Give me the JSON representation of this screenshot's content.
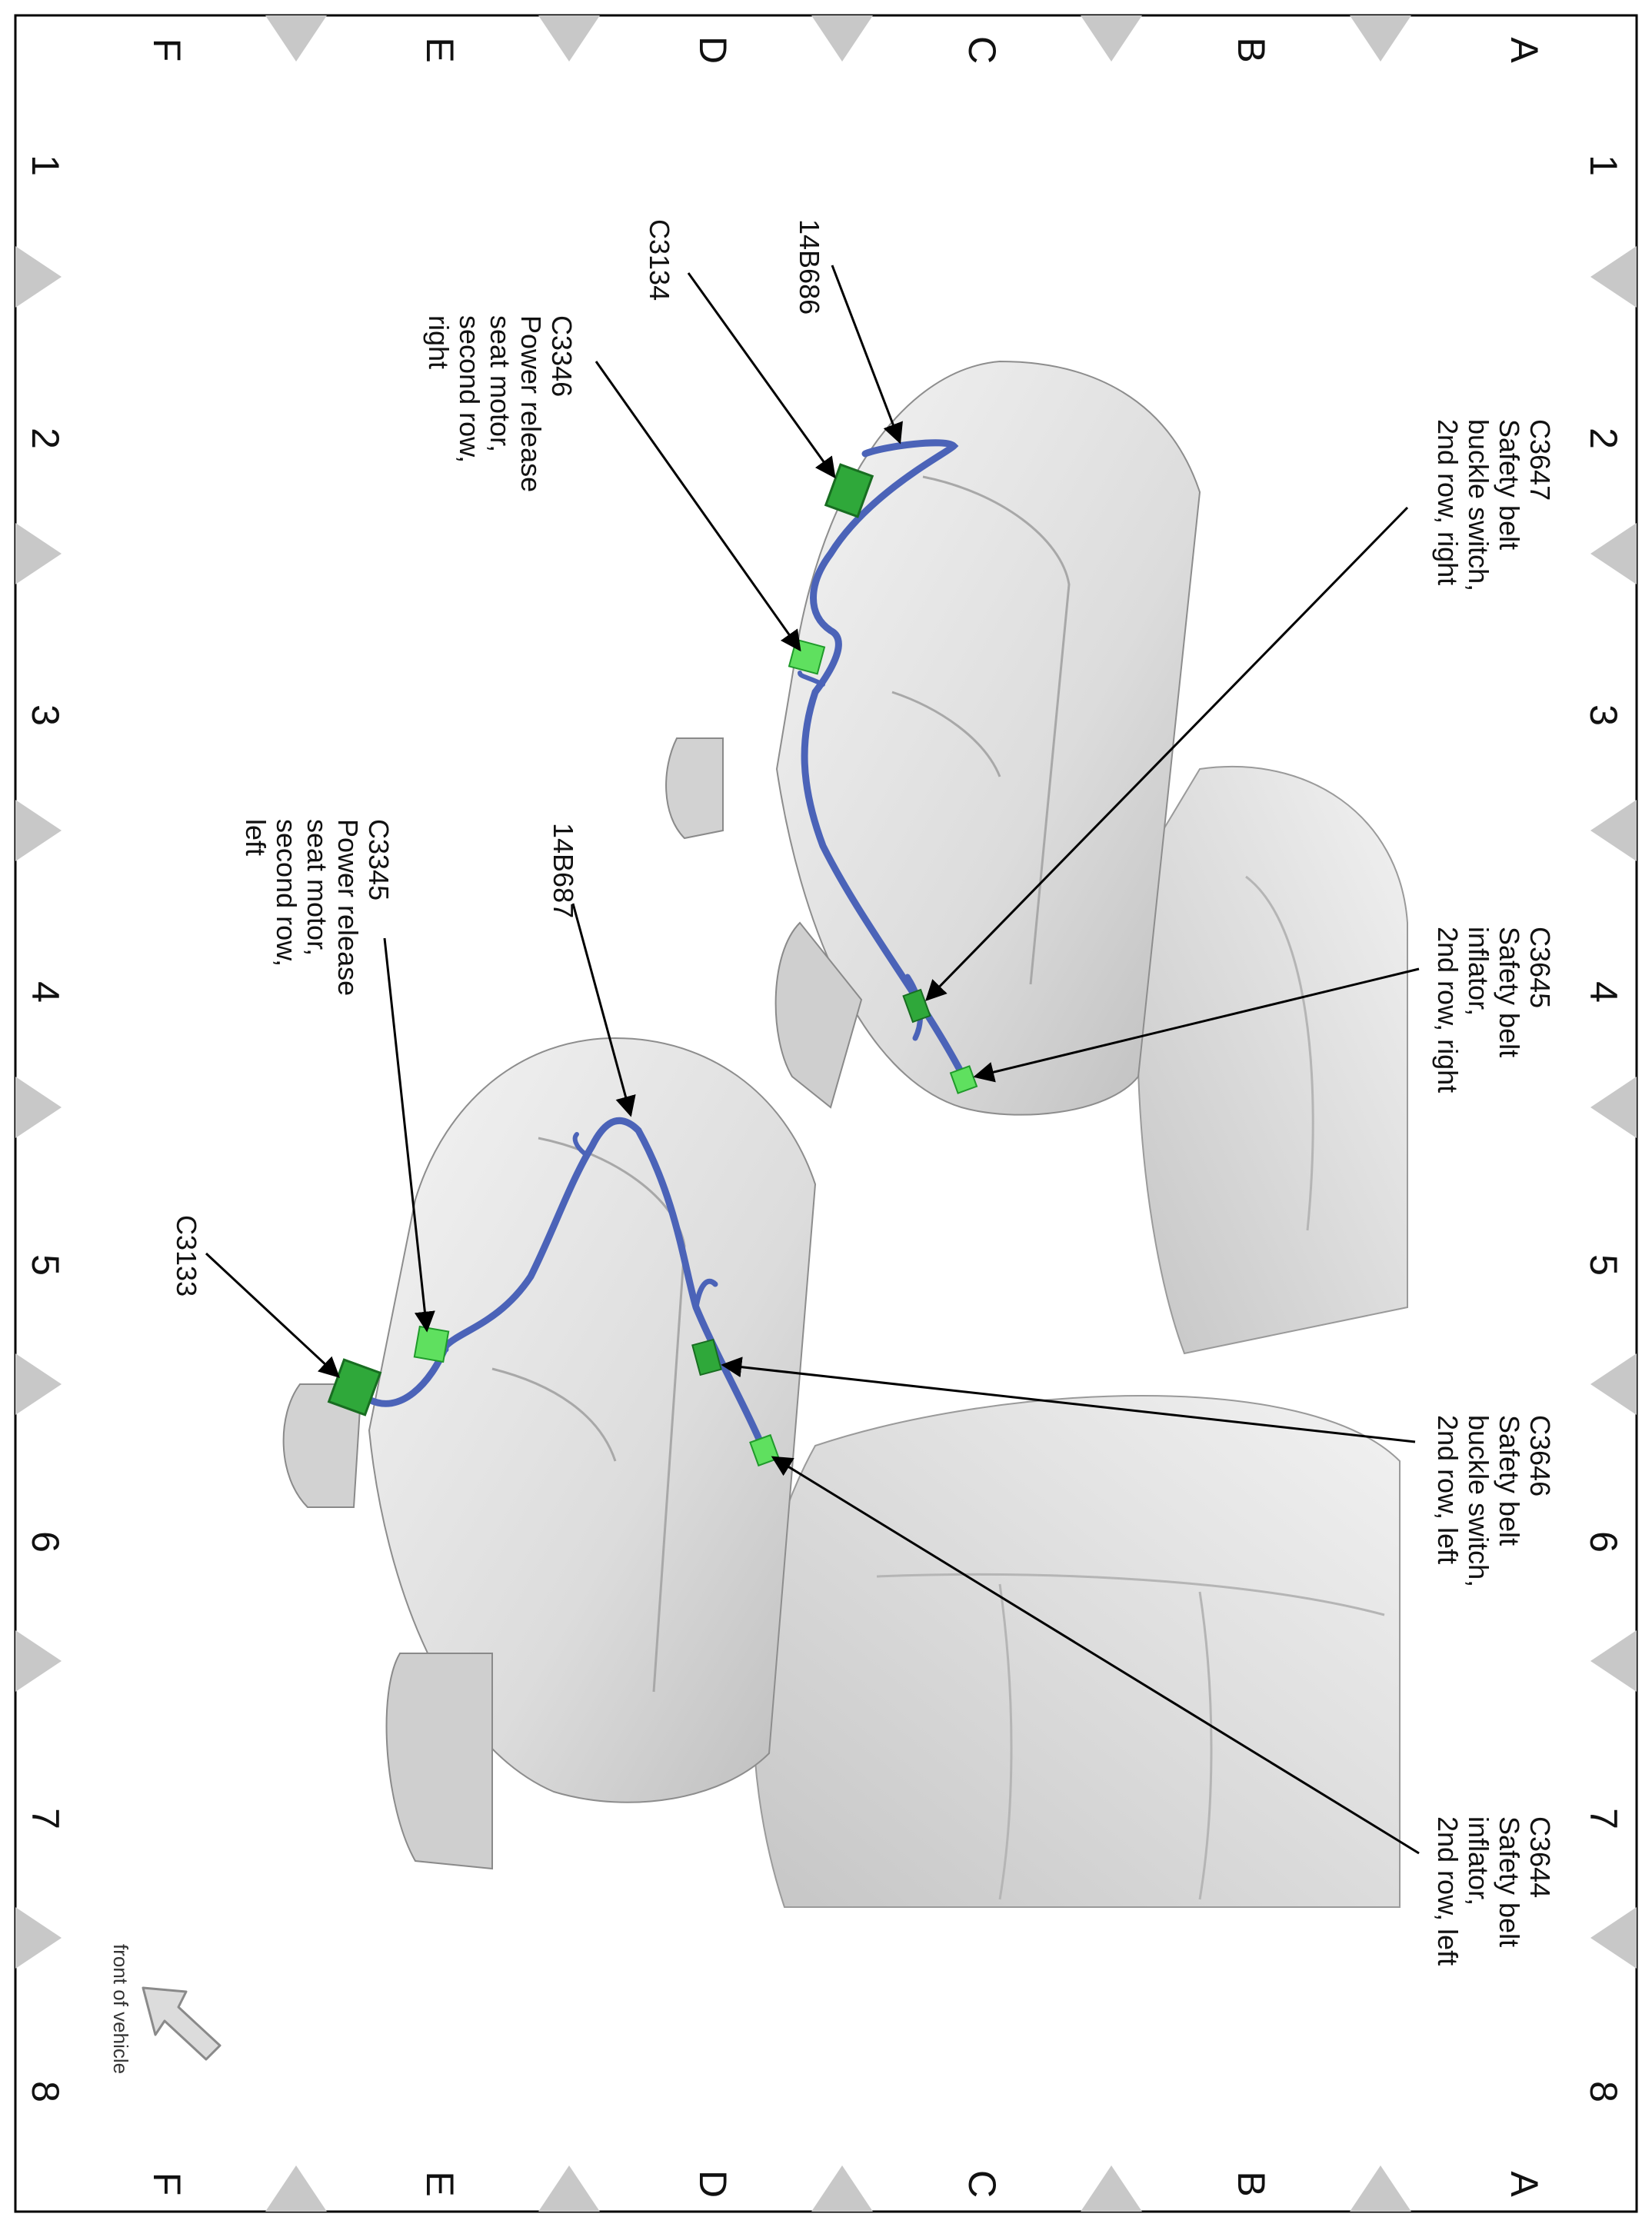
{
  "grid": {
    "letters": [
      "A",
      "B",
      "C",
      "D",
      "E",
      "F"
    ],
    "numbers": [
      "1",
      "2",
      "3",
      "4",
      "5",
      "6",
      "7",
      "8"
    ]
  },
  "callouts": {
    "c3647": [
      "C3647",
      "Safety belt",
      "buckle switch,",
      "2nd row, right"
    ],
    "c3645": [
      "C3645",
      "Safety belt",
      "inflator,",
      "2nd row, right"
    ],
    "c3646": [
      "C3646",
      "Safety belt",
      "buckle switch,",
      "2nd row, left"
    ],
    "c3644": [
      "C3644",
      "Safety belt",
      "inflator,",
      "2nd row, left"
    ],
    "h14b686": [
      "14B686"
    ],
    "c3134": [
      "C3134"
    ],
    "c3346": [
      "C3346",
      "Power release",
      "seat motor,",
      "second row,",
      "right"
    ],
    "h14b687": [
      "14B687"
    ],
    "c3345": [
      "C3345",
      "Power release",
      "seat motor,",
      "second row,",
      "left"
    ],
    "c3133": [
      "C3133"
    ]
  },
  "front_label": "front of vehicle",
  "colors": {
    "harness": "#4b63b8",
    "connector_light": "#5fe05f",
    "connector_dark": "#1f9a2a",
    "seat": "#dedede",
    "border_triangle": "#c8c8c8"
  }
}
